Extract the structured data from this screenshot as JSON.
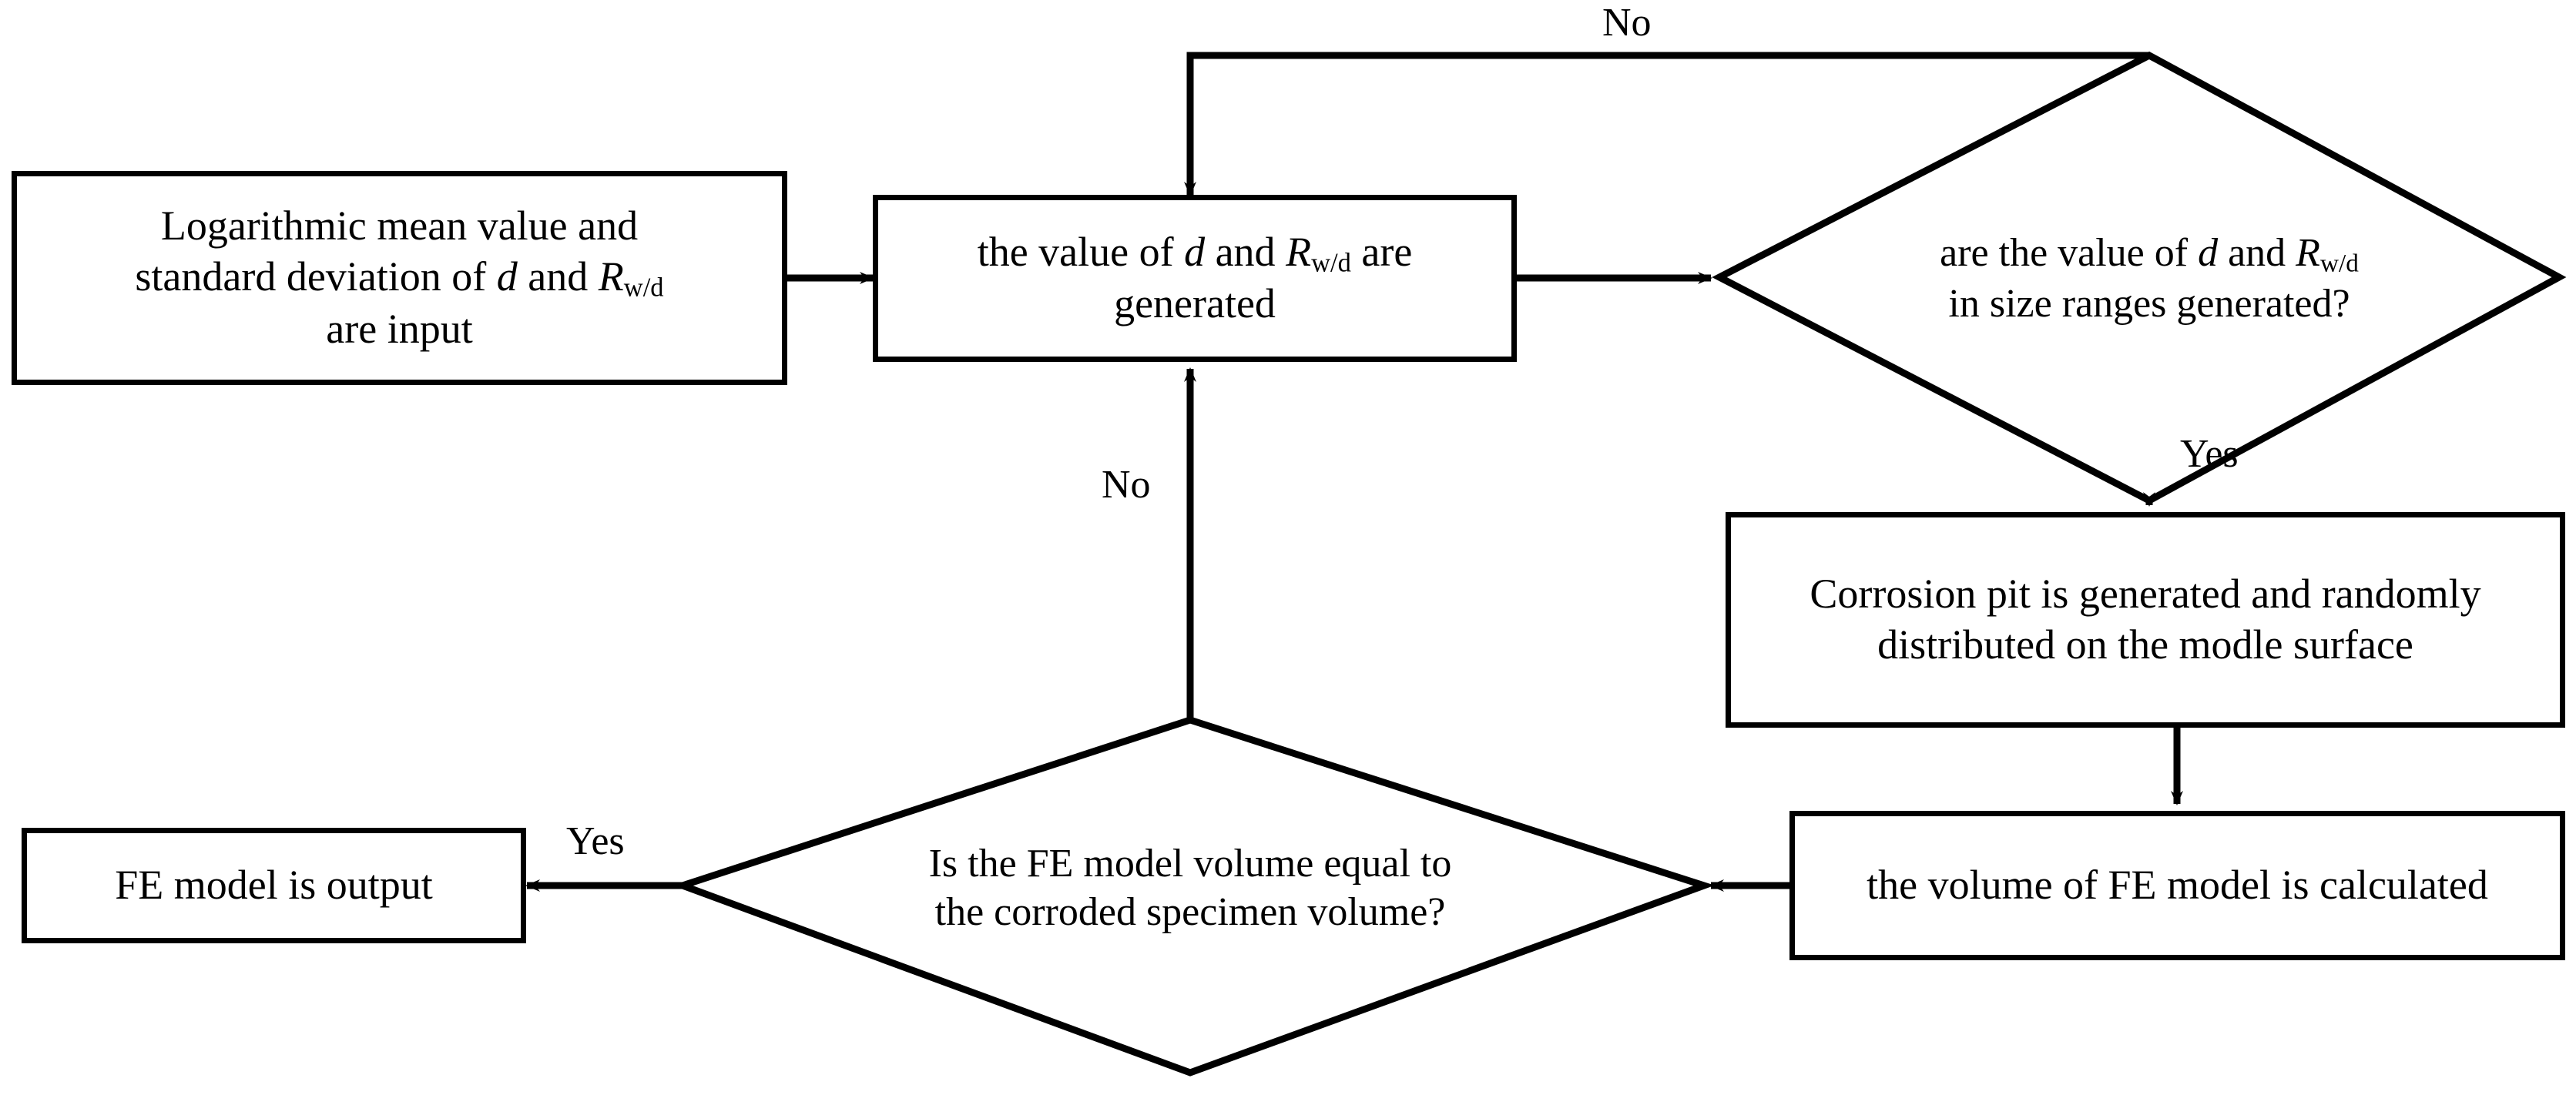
{
  "diagram": {
    "type": "flowchart",
    "title": "Flowchart for generating corroded FE model",
    "line_color": "#000000",
    "background_color": "#ffffff",
    "text_color": "#000000"
  },
  "nodes": {
    "input_params": {
      "shape": "rectangle",
      "text": "Logarithmic mean value and standard deviation of d and Rw/d are input",
      "line1": "Logarithmic mean value and",
      "line2_pre": "standard deviation of ",
      "line2_var1": "d",
      "line2_mid": " and ",
      "line2_var2": "R",
      "line2_sub": "w/d",
      "line3": "are input"
    },
    "generate_values": {
      "shape": "rectangle",
      "text": "the value of d and Rw/d are generated",
      "line1_pre": "the value of ",
      "line1_var1": "d",
      "line1_mid": " and ",
      "line1_var2": "R",
      "line1_sub": "w/d",
      "line1_post": " are",
      "line2": "generated"
    },
    "size_range_check": {
      "shape": "diamond",
      "text": "are the value of d and Rw/d in size ranges generated?",
      "line1_pre": "are the value of ",
      "line1_var1": "d",
      "line1_mid": " and ",
      "line1_var2": "R",
      "line1_sub": "w/d",
      "line2": "in size ranges generated?"
    },
    "corrosion_pit": {
      "shape": "rectangle",
      "text": "Corrosion pit is generated and randomly distributed on the modle surface"
    },
    "volume_calc": {
      "shape": "rectangle",
      "text": "the volume of FE model is calculated"
    },
    "volume_check": {
      "shape": "diamond",
      "text": "Is the FE model volume equal to the corroded specimen volume?",
      "line1": "Is the FE model volume equal to",
      "line2": "the corroded specimen volume?"
    },
    "fe_output": {
      "shape": "rectangle",
      "text": "FE model is output"
    }
  },
  "edges": {
    "input_to_generate": {
      "label": ""
    },
    "generate_to_size_check": {
      "label": ""
    },
    "size_check_no_loop": {
      "label": "No"
    },
    "size_check_yes": {
      "label": "Yes"
    },
    "pit_to_volume": {
      "label": ""
    },
    "volume_to_check": {
      "label": ""
    },
    "volume_check_yes": {
      "label": "Yes"
    },
    "volume_check_no": {
      "label": "No"
    }
  }
}
